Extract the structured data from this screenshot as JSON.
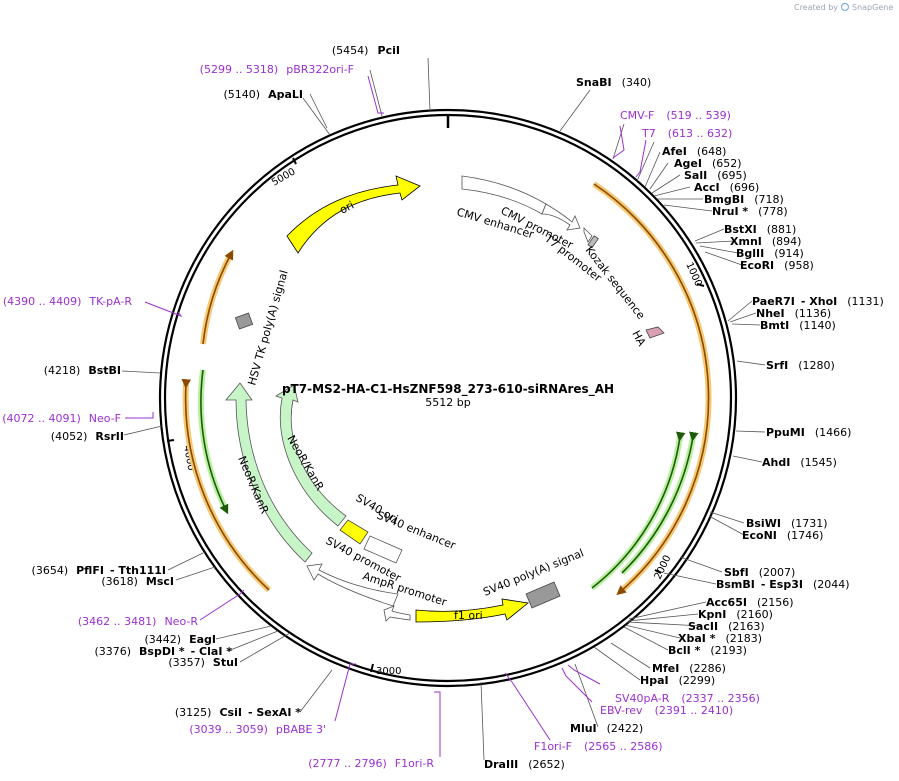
{
  "credit": {
    "prefix": "Created by",
    "brand": "SnapGene"
  },
  "title": "pT7-MS2-HA-C1-HsZNF598_273-610-siRNAres_AH",
  "length_label": "5512 bp",
  "tick_labels": [
    "1000",
    "2000",
    "3000",
    "4000",
    "5000"
  ],
  "features": [
    {
      "name": "ori",
      "label": "ori"
    },
    {
      "name": "cmv-enhancer",
      "label": "CMV enhancer"
    },
    {
      "name": "cmv-promoter",
      "label": "CMV promoter"
    },
    {
      "name": "t7-promoter",
      "label": "T7 promoter"
    },
    {
      "name": "kozak",
      "label": "Kozak sequence"
    },
    {
      "name": "ha",
      "label": "HA"
    },
    {
      "name": "hsv-tk",
      "label": "HSV TK poly(A) signal"
    },
    {
      "name": "neo-outer",
      "label": "NeoR/KanR"
    },
    {
      "name": "neo-inner",
      "label": "NeoR/KanR"
    },
    {
      "name": "sv40-ori",
      "label": "SV40 ori"
    },
    {
      "name": "sv40-enh",
      "label": "SV40 enhancer"
    },
    {
      "name": "sv40-prom",
      "label": "SV40 promoter"
    },
    {
      "name": "ampr-prom",
      "label": "AmpR promoter"
    },
    {
      "name": "f1-ori",
      "label": "f1 ori"
    },
    {
      "name": "sv40-pa",
      "label": "SV40 poly(A) signal"
    }
  ],
  "sites": [
    {
      "name": "pcii",
      "pos": "(5454)",
      "label": "PciI"
    },
    {
      "name": "snabi",
      "label": "SnaBI",
      "pos": "(340)"
    },
    {
      "name": "afei",
      "label": "AfeI",
      "pos": "(648)"
    },
    {
      "name": "agei",
      "label": "AgeI",
      "pos": "(652)"
    },
    {
      "name": "sali",
      "label": "SalI",
      "pos": "(695)"
    },
    {
      "name": "acci",
      "label": "AccI",
      "pos": "(696)"
    },
    {
      "name": "bmgbi",
      "label": "BmgBI",
      "pos": "(718)"
    },
    {
      "name": "nrui",
      "label": "NruI *",
      "pos": "(778)"
    },
    {
      "name": "bstxi",
      "label": "BstXI",
      "pos": "(881)"
    },
    {
      "name": "xmni",
      "label": "XmnI",
      "pos": "(894)"
    },
    {
      "name": "bglii",
      "label": "BglII",
      "pos": "(914)"
    },
    {
      "name": "ecori",
      "label": "EcoRI",
      "pos": "(958)"
    },
    {
      "name": "paer7i",
      "label": "PaeR7I",
      "sep": "- XhoI",
      "pos": "(1131)"
    },
    {
      "name": "nhei",
      "label": "NheI",
      "pos": "(1136)"
    },
    {
      "name": "bmti",
      "label": "BmtI",
      "pos": "(1140)"
    },
    {
      "name": "srfi",
      "label": "SrfI",
      "pos": "(1280)"
    },
    {
      "name": "ppumi",
      "label": "PpuMI",
      "pos": "(1466)"
    },
    {
      "name": "ahdi",
      "label": "AhdI",
      "pos": "(1545)"
    },
    {
      "name": "bsiwi",
      "label": "BsiWI",
      "pos": "(1731)"
    },
    {
      "name": "econi",
      "label": "EcoNI",
      "pos": "(1746)"
    },
    {
      "name": "sbfi",
      "label": "SbfI",
      "pos": "(2007)"
    },
    {
      "name": "bsmbi",
      "label": "BsmBI",
      "sep": "- Esp3I",
      "pos": "(2044)"
    },
    {
      "name": "acc65i",
      "label": "Acc65I",
      "pos": "(2156)"
    },
    {
      "name": "kpni",
      "label": "KpnI",
      "pos": "(2160)"
    },
    {
      "name": "sacii",
      "label": "SacII",
      "pos": "(2163)"
    },
    {
      "name": "xbai",
      "label": "XbaI *",
      "pos": "(2183)"
    },
    {
      "name": "bcli",
      "label": "BclI *",
      "pos": "(2193)"
    },
    {
      "name": "mfei",
      "label": "MfeI",
      "pos": "(2286)"
    },
    {
      "name": "hpai",
      "label": "HpaI",
      "pos": "(2299)"
    },
    {
      "name": "mlui",
      "label": "MluI",
      "pos": "(2422)"
    },
    {
      "name": "draiii",
      "label": "DraIII",
      "pos": "(2652)"
    },
    {
      "name": "csii",
      "pos": "(3125)",
      "label": "CsiI",
      "sep": "- SexAI *"
    },
    {
      "name": "stui",
      "pos": "(3357)",
      "label": "StuI"
    },
    {
      "name": "bspdi",
      "pos": "(3376)",
      "label": "BspDI *",
      "sep": "- ClaI *"
    },
    {
      "name": "eagi",
      "pos": "(3442)",
      "label": "EagI"
    },
    {
      "name": "msci",
      "pos": "(3618)",
      "label": "MscI"
    },
    {
      "name": "pflfi",
      "pos": "(3654)",
      "label": "PflFI",
      "sep": "- Tth111I"
    },
    {
      "name": "rsrii",
      "pos": "(4052)",
      "label": "RsrII"
    },
    {
      "name": "bstbi",
      "pos": "(4218)",
      "label": "BstBI"
    },
    {
      "name": "apali",
      "pos": "(5140)",
      "label": "ApaLI"
    }
  ],
  "primers": [
    {
      "name": "pbr322ori-f",
      "pos": "(5299 .. 5318)",
      "label": "pBR322ori-F"
    },
    {
      "name": "cmv-f",
      "label": "CMV-F",
      "pos": "(519 .. 539)"
    },
    {
      "name": "t7",
      "label": "T7",
      "pos": "(613 .. 632)"
    },
    {
      "name": "sv40pa-r",
      "label": "SV40pA-R",
      "pos": "(2337 .. 2356)"
    },
    {
      "name": "ebv-rev",
      "label": "EBV-rev",
      "pos": "(2391 .. 2410)"
    },
    {
      "name": "f1ori-f",
      "label": "F1ori-F",
      "pos": "(2565 .. 2586)"
    },
    {
      "name": "f1ori-r",
      "pos": "(2777 .. 2796)",
      "label": "F1ori-R"
    },
    {
      "name": "pbabe3",
      "pos": "(3039 .. 3059)",
      "label": "pBABE 3'"
    },
    {
      "name": "neo-r",
      "pos": "(3462 .. 3481)",
      "label": "Neo-R"
    },
    {
      "name": "neo-f",
      "pos": "(4072 .. 4091)",
      "label": "Neo-F"
    },
    {
      "name": "tk-pa-r",
      "pos": "(4390 .. 4409)",
      "label": "TK-pA-R"
    }
  ],
  "colors": {
    "backbone": "#000000",
    "primer": "#9b30d0",
    "ori": "#ffff00",
    "neo": "#c8f5c8",
    "orf_orange": "#e8a030",
    "orf_green": "#3c8c1e",
    "poly_a": "#999999",
    "ha": "#d8a0b0"
  }
}
